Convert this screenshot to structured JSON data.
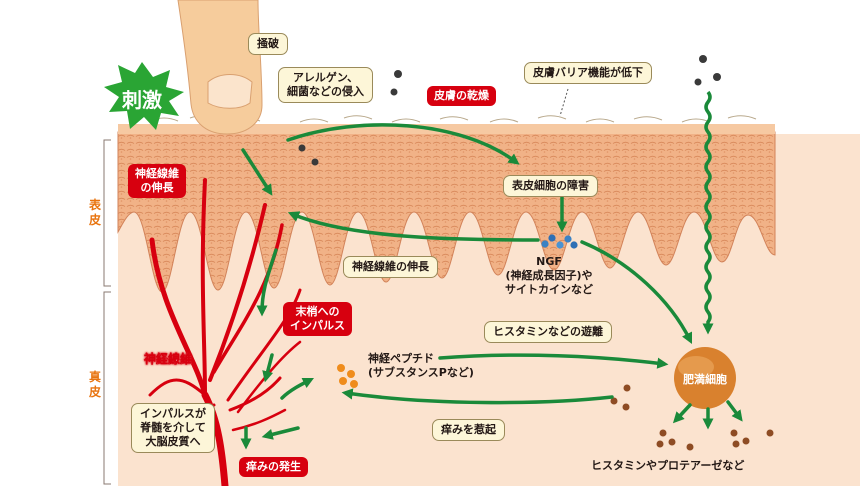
{
  "labels": {
    "stimulus": "刺激",
    "scratch": "掻破",
    "allergen": [
      "アレルゲン、",
      "細菌などの侵入"
    ],
    "skin_dry": "皮膚の乾燥",
    "barrier": "皮膚バリア機能が低下",
    "nerve_ext_red": [
      "神経線維",
      "の伸長"
    ],
    "epi_damage": "表皮細胞の障害",
    "nerve_ext": "神経線維の伸長",
    "ngf": [
      "NGF",
      "(神経成長因子)や",
      "サイトカインなど"
    ],
    "peripheral": [
      "末梢への",
      "インパルス"
    ],
    "histamine_release": "ヒスタミンなどの遊離",
    "nerve_fiber": "神経線維",
    "neuropeptide": [
      "神経ペプチド",
      "(サブスタンスPなど)"
    ],
    "mast_cell": "肥満細胞",
    "impulse_brain": [
      "インパルスが",
      "脊髄を介して",
      "大脳皮質へ"
    ],
    "itch_induce": "痒みを惹起",
    "itch_onset": "痒みの発生",
    "protease": "ヒスタミンやプロテアーゼなど"
  },
  "side_labels": {
    "epidermis": [
      "表",
      "皮"
    ],
    "dermis": [
      "真",
      "皮"
    ]
  },
  "colors": {
    "arrow": "#1a8a3a",
    "nerve": "#d7000f",
    "label_red": "#d7000f",
    "label_cream": "#fdf6d8",
    "side_label": "#e8740f",
    "dermis": "#fbe3cf",
    "epidermis": "#f0b084",
    "mast_cell": "#d9812e"
  },
  "icons": {
    "stimulus": "starburst-icon",
    "finger": "finger-icon",
    "particles": "particle-icon"
  }
}
